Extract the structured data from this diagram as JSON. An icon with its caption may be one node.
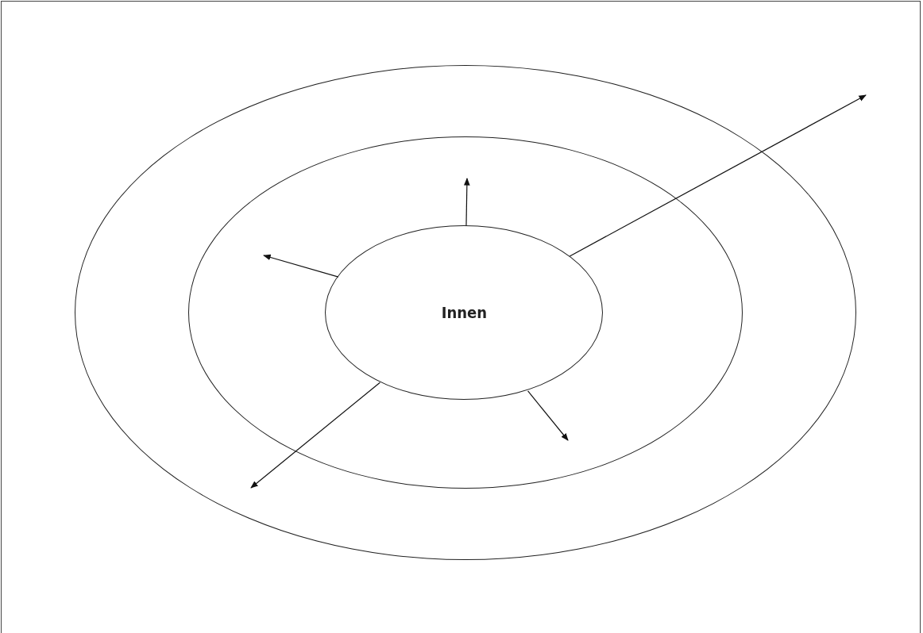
{
  "diagram": {
    "nodes": [
      {
        "text": [],
        "shape": "ellipse"
      },
      {
        "text": [],
        "shape": "ellipse",
        "in": 0
      },
      {
        "text": [
          "Innen"
        ],
        "in": 1
      }
    ],
    "edges": [
      {
        "from": 2,
        "to": null,
        "arrow": "to"
      },
      {
        "from": 2,
        "to": null,
        "arrow": "to"
      },
      {
        "from": 2,
        "to": null,
        "arrow": "to"
      },
      {
        "from": 2,
        "to": null,
        "arrow": "to"
      },
      {
        "from": 2,
        "to": null,
        "arrow": "to"
      }
    ]
  }
}
